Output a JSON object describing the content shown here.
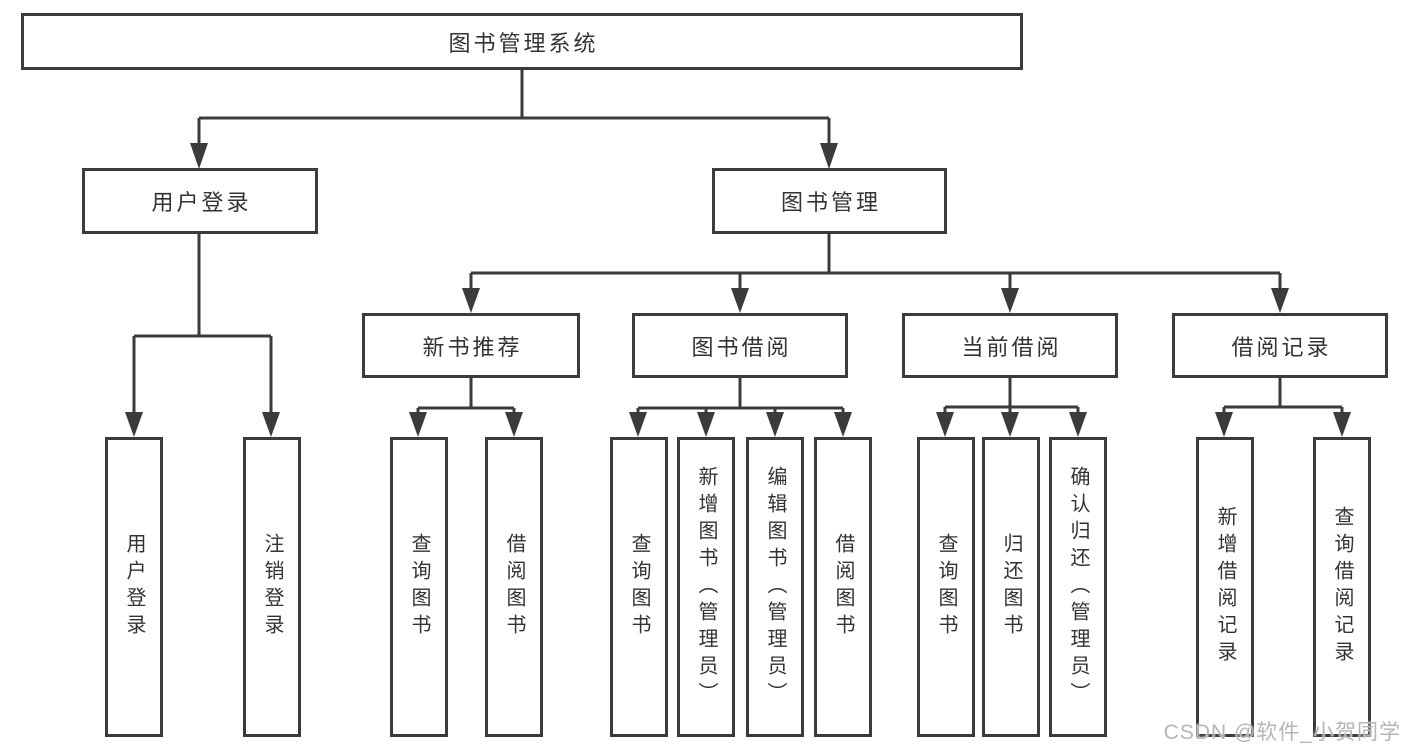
{
  "diagram": {
    "root": {
      "label": "图书管理系统"
    },
    "branches": [
      {
        "label": "用户登录",
        "children": [
          {
            "label": "用户登录"
          },
          {
            "label": "注销登录"
          }
        ]
      },
      {
        "label": "图书管理",
        "children": [
          {
            "label": "新书推荐",
            "children": [
              {
                "label": "查询图书"
              },
              {
                "label": "借阅图书"
              }
            ]
          },
          {
            "label": "图书借阅",
            "children": [
              {
                "label": "查询图书"
              },
              {
                "label": "新增图书（管理员）"
              },
              {
                "label": "编辑图书（管理员）"
              },
              {
                "label": "借阅图书"
              }
            ]
          },
          {
            "label": "当前借阅",
            "children": [
              {
                "label": "查询图书"
              },
              {
                "label": "归还图书"
              },
              {
                "label": "确认归还（管理员）"
              }
            ]
          },
          {
            "label": "借阅记录",
            "children": [
              {
                "label": "新增借阅记录"
              },
              {
                "label": "查询借阅记录"
              }
            ]
          }
        ]
      }
    ]
  },
  "watermark": {
    "text": "CSDN @软件_小贺同学"
  },
  "colors": {
    "line": "#3b3b3b",
    "text": "#333333",
    "watermark": "#b5b5b5",
    "background": "#ffffff"
  }
}
